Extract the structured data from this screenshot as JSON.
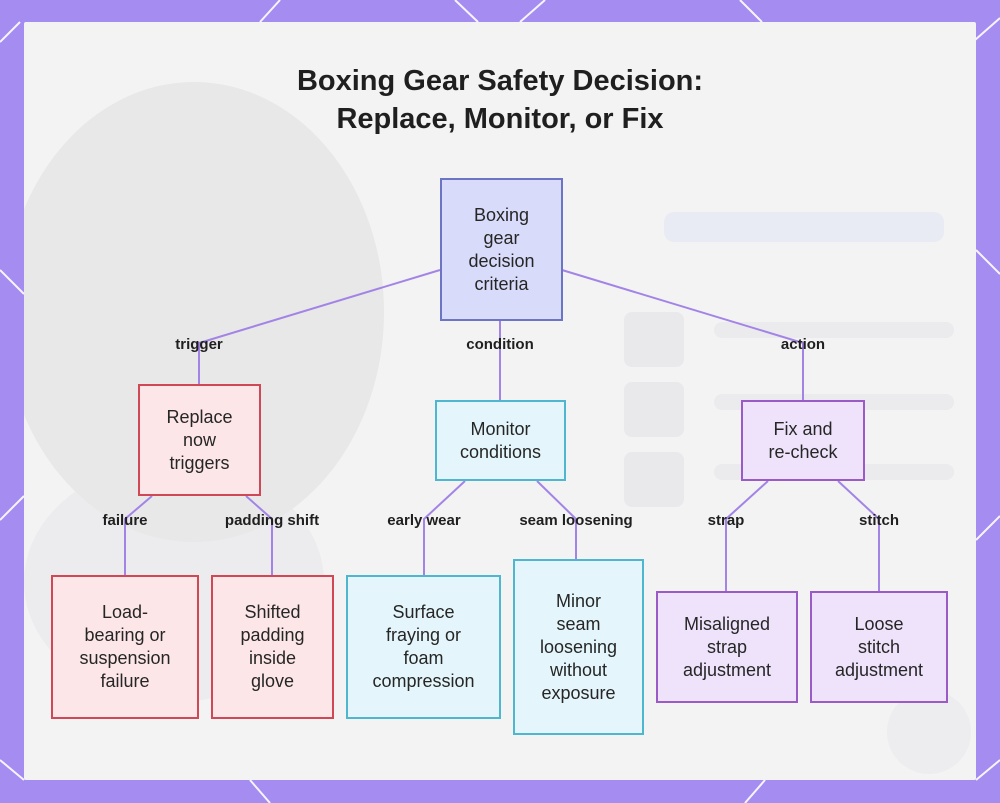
{
  "title": {
    "line1": "Boxing Gear Safety Decision:",
    "line2": "Replace, Monitor, or Fix"
  },
  "colors": {
    "frame": "#a58cf0",
    "edge": "#a384e6",
    "root_fill": "#d9dbfa",
    "replace_border": "#d04856",
    "monitor_border": "#4fb6cf",
    "fix_border": "#9b5bc6"
  },
  "nodes": {
    "root": "Boxing\ngear\ndecision\ncriteria",
    "replace": "Replace\nnow\ntriggers",
    "monitor": "Monitor\nconditions",
    "fix": "Fix and\nre-check",
    "load_failure": "Load-\nbearing or\nsuspension\nfailure",
    "shifted_padding": "Shifted\npadding\ninside\nglove",
    "surface_fraying": "Surface\nfraying or\nfoam\ncompression",
    "minor_seam": "Minor\nseam\nloosening\nwithout\nexposure",
    "misaligned_strap": "Misaligned\nstrap\nadjustment",
    "loose_stitch": "Loose\nstitch\nadjustment"
  },
  "edge_labels": {
    "trigger": "trigger",
    "condition": "condition",
    "action": "action",
    "failure": "failure",
    "padding_shift": "padding shift",
    "early_wear": "early wear",
    "seam_loosening": "seam loosening",
    "strap": "strap",
    "stitch": "stitch"
  }
}
